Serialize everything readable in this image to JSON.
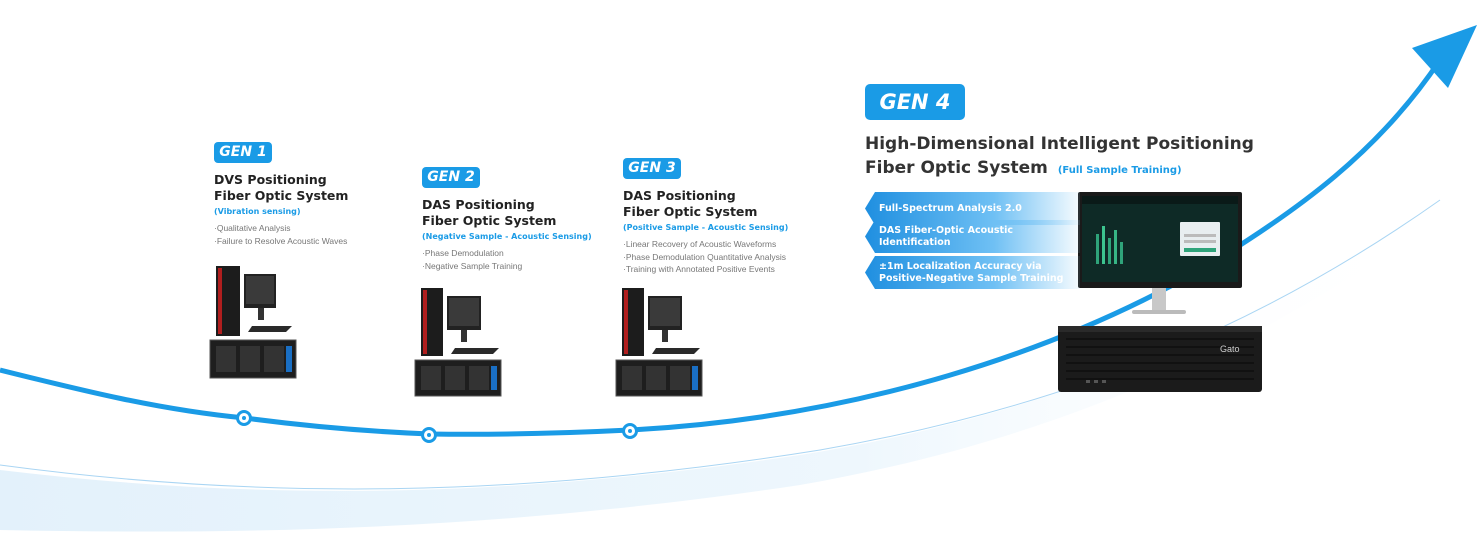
{
  "generations": [
    {
      "badge": "GEN 1",
      "title_line1": "DVS Positioning",
      "title_line2": "Fiber Optic System",
      "subtitle": "(Vibration sensing)",
      "bullets": [
        "Qualitative Analysis",
        "Failure to Resolve Acoustic Waves"
      ]
    },
    {
      "badge": "GEN 2",
      "title_line1": "DAS Positioning",
      "title_line2": "Fiber Optic System",
      "subtitle": "(Negative Sample - Acoustic Sensing)",
      "bullets": [
        "Phase Demodulation",
        "Negative Sample Training"
      ]
    },
    {
      "badge": "GEN 3",
      "title_line1": "DAS Positioning",
      "title_line2": "Fiber Optic System",
      "subtitle": "(Positive Sample - Acoustic Sensing)",
      "bullets": [
        "Linear Recovery of Acoustic Waveforms",
        "Phase Demodulation Quantitative Analysis",
        "Training with Annotated Positive Events"
      ]
    }
  ],
  "gen4": {
    "badge": "GEN 4",
    "title_line1": "High-Dimensional Intelligent Positioning",
    "title_line2": "Fiber Optic System",
    "subtitle": "(Full Sample Training)",
    "features": [
      {
        "line1": "Full-Spectrum Analysis 2.0",
        "line2": ""
      },
      {
        "line1": "DAS Fiber-Optic Acoustic",
        "line2": "Identification"
      },
      {
        "line1": "±1m Localization Accuracy via",
        "line2": "Positive-Negative Sample Training"
      }
    ],
    "server_brand": "Gato"
  },
  "colors": {
    "accent": "#1a9be6",
    "text": "#333333",
    "muted": "#777777",
    "server": "#1b1b1b"
  }
}
